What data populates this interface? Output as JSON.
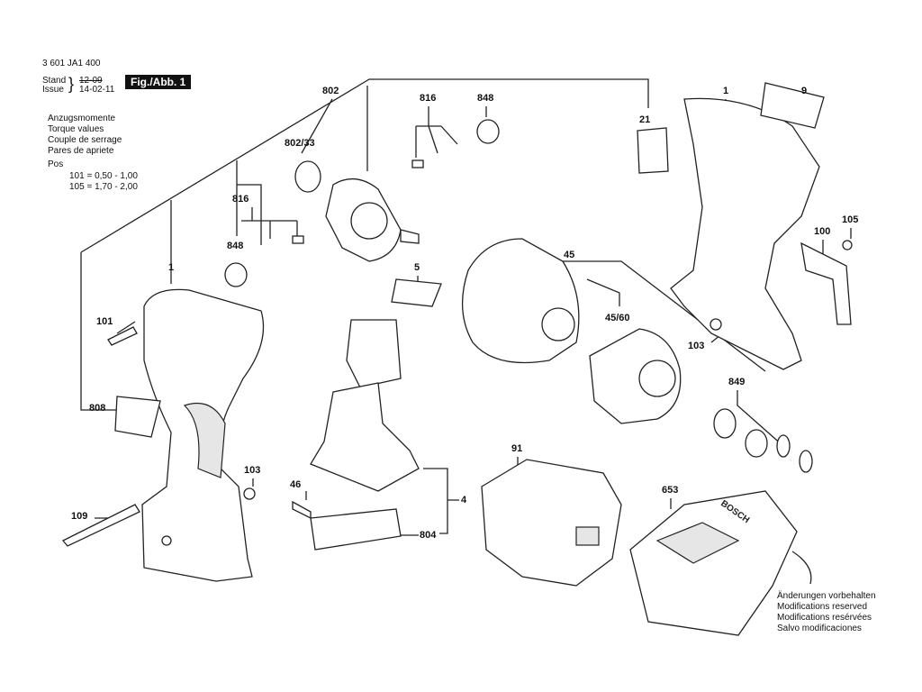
{
  "header": {
    "part_number": "3 601 JA1 400",
    "stand_label": "Stand",
    "issue_label": "Issue",
    "stand_value": "12-09",
    "issue_value": "14-02-11",
    "figure": "Fig./Abb. 1"
  },
  "torque": {
    "lines": [
      "Anzugsmomente",
      "Torque values",
      "Couple de serrage",
      "Pares de apriete"
    ],
    "pos_label": "Pos",
    "values": [
      "101 =  0,50  -  1,00",
      "105 =  1,70  -  2,00"
    ]
  },
  "footer": {
    "lines": [
      "Änderungen vorbehalten",
      "Modifications reserved",
      "Modifications resérvées",
      "Salvo modificaciones"
    ]
  },
  "parts": [
    {
      "label": "802"
    },
    {
      "label": "816"
    },
    {
      "label": "848"
    },
    {
      "label": "1"
    },
    {
      "label": "9"
    },
    {
      "label": "21"
    },
    {
      "label": "802/33"
    },
    {
      "label": "816"
    },
    {
      "label": "848"
    },
    {
      "label": "105"
    },
    {
      "label": "100"
    },
    {
      "label": "45"
    },
    {
      "label": "5"
    },
    {
      "label": "1"
    },
    {
      "label": "101"
    },
    {
      "label": "45/60"
    },
    {
      "label": "103"
    },
    {
      "label": "849"
    },
    {
      "label": "808"
    },
    {
      "label": "91"
    },
    {
      "label": "103"
    },
    {
      "label": "653"
    },
    {
      "label": "4"
    },
    {
      "label": "46"
    },
    {
      "label": "109"
    },
    {
      "label": "804"
    }
  ],
  "product_marking": "BOSCH"
}
